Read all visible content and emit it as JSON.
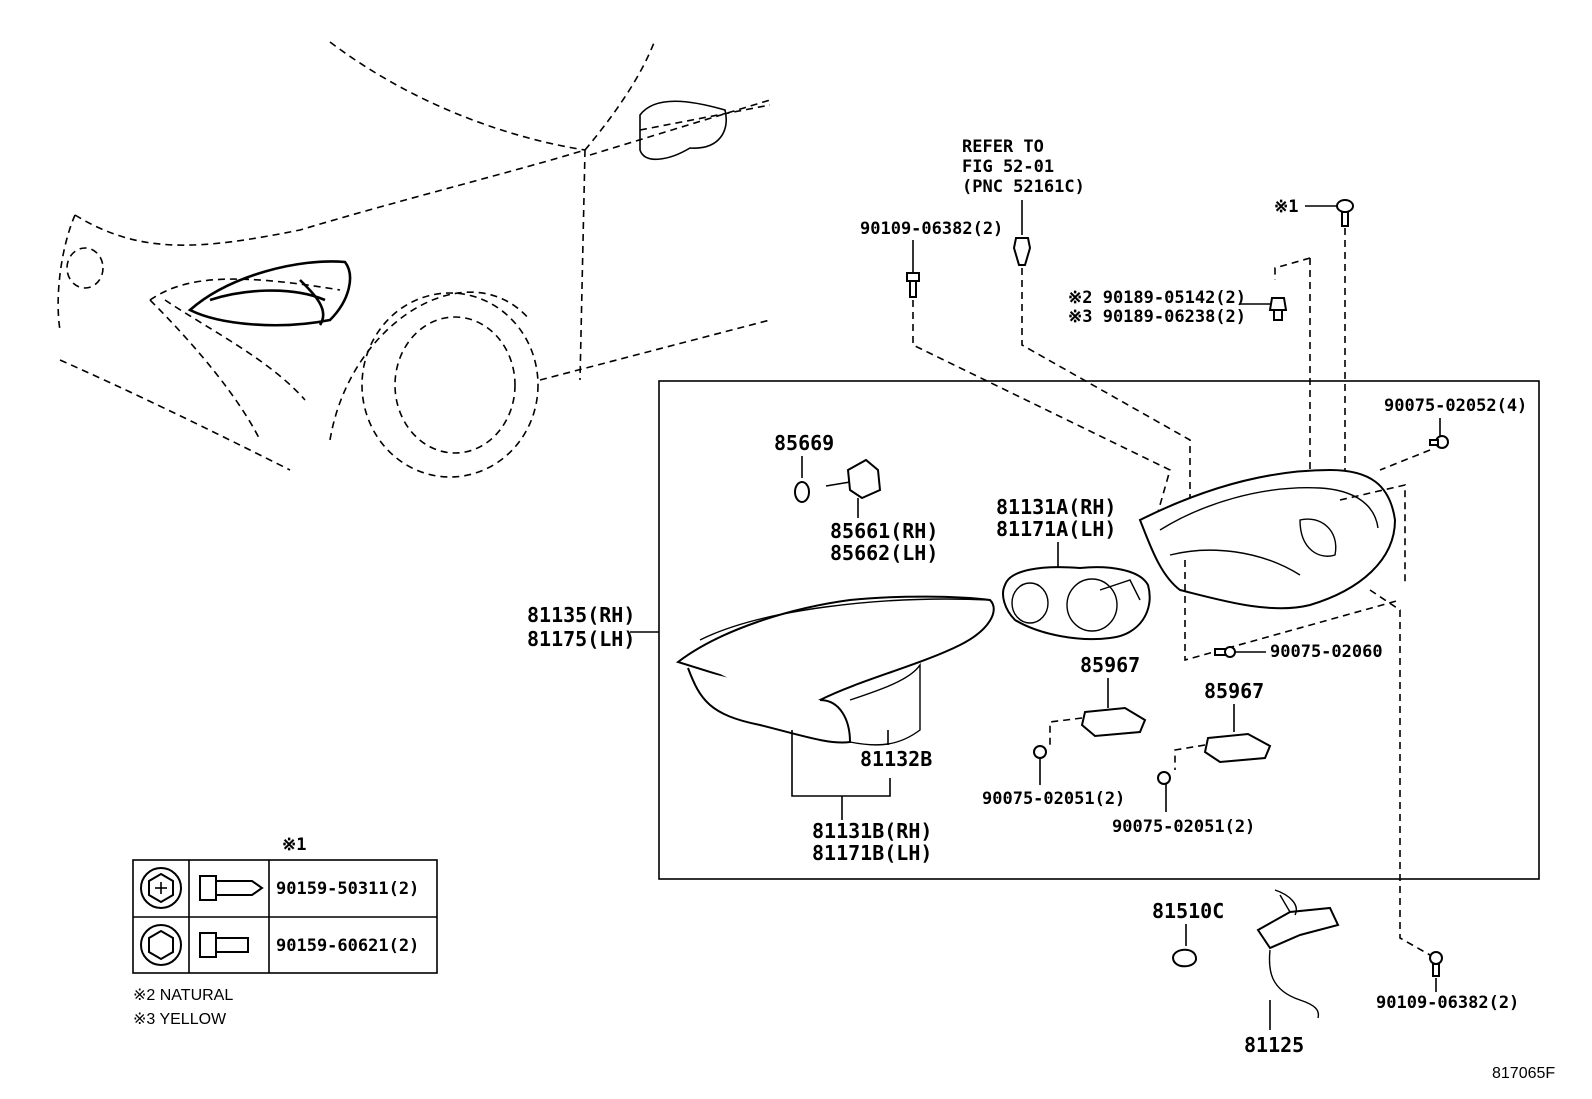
{
  "diagram": {
    "figure_id": "817065F",
    "refer": {
      "line1": "REFER TO",
      "line2": "FIG 52-01",
      "line3": "(PNC 52161C)"
    },
    "labels": {
      "p_90109_top": "90109-06382(2)",
      "p_x1": "※1",
      "p_90189_a": "※2 90189-05142(2)",
      "p_90189_b": "※3 90189-06238(2)",
      "p_90075_02052": "90075-02052(4)",
      "p_85669": "85669",
      "p_85661": "85661(RH)",
      "p_85662": "85662(LH)",
      "p_81131a": "81131A(RH)",
      "p_81171a": "81171A(LH)",
      "p_81135": "81135(RH)",
      "p_81175": "81175(LH)",
      "p_90075_02060": "90075-02060",
      "p_85967_a": "85967",
      "p_85967_b": "85967",
      "p_81132b": "81132B",
      "p_90075_02051_a": "90075-02051(2)",
      "p_90075_02051_b": "90075-02051(2)",
      "p_81131b": "81131B(RH)",
      "p_81171b": "81171B(LH)",
      "p_81510c": "81510C",
      "p_81125": "81125",
      "p_90109_bottom": "90109-06382(2)"
    },
    "legend": {
      "header": "※1",
      "rows": [
        {
          "part": "90159-50311(2)",
          "icon": "cross-head-screw-icon"
        },
        {
          "part": "90159-60621(2)",
          "icon": "hex-bolt-icon"
        }
      ],
      "note1": "※2 NATURAL",
      "note2": "※3 YELLOW"
    }
  }
}
